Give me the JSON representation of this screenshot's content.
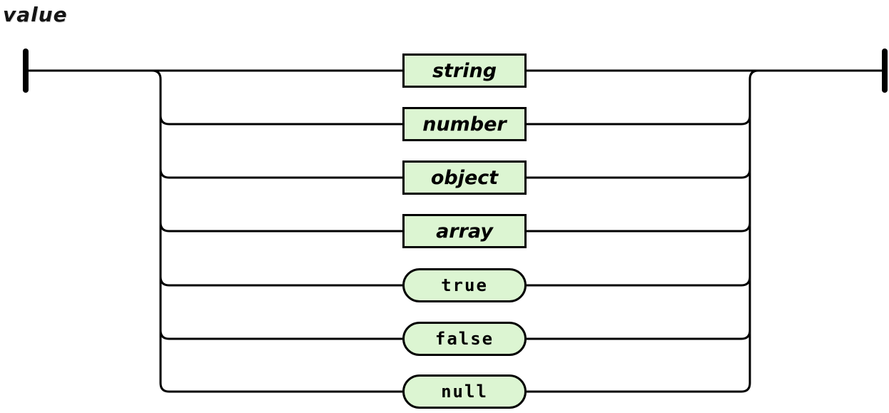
{
  "diagram": {
    "title": "value",
    "nodes": [
      {
        "label": "string",
        "kind": "nonterminal"
      },
      {
        "label": "number",
        "kind": "nonterminal"
      },
      {
        "label": "object",
        "kind": "nonterminal"
      },
      {
        "label": "array",
        "kind": "nonterminal"
      },
      {
        "label": "true",
        "kind": "terminal"
      },
      {
        "label": "false",
        "kind": "terminal"
      },
      {
        "label": "null",
        "kind": "terminal"
      }
    ],
    "colors": {
      "node_fill": "#dcf5d2",
      "line": "#000000",
      "background": "#ffffff"
    }
  }
}
